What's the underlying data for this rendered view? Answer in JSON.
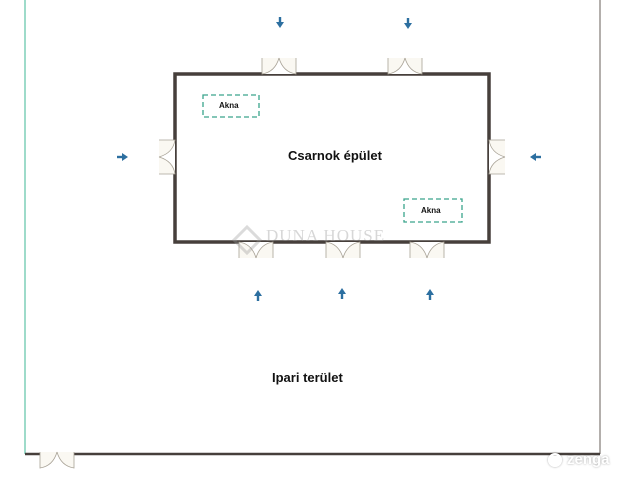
{
  "labels": {
    "building": "Csarnok épület",
    "area": "Ipari terület",
    "akna_left": "Akna",
    "akna_right": "Akna"
  },
  "watermark": "DUNA HOUSE",
  "brand": "zenga",
  "colors": {
    "wall": "#463f3b",
    "akna_border": "#3aa58c",
    "arrow": "#2c6fa0",
    "boundary_left": "#7fcfb8",
    "door": "#cfcabd"
  }
}
